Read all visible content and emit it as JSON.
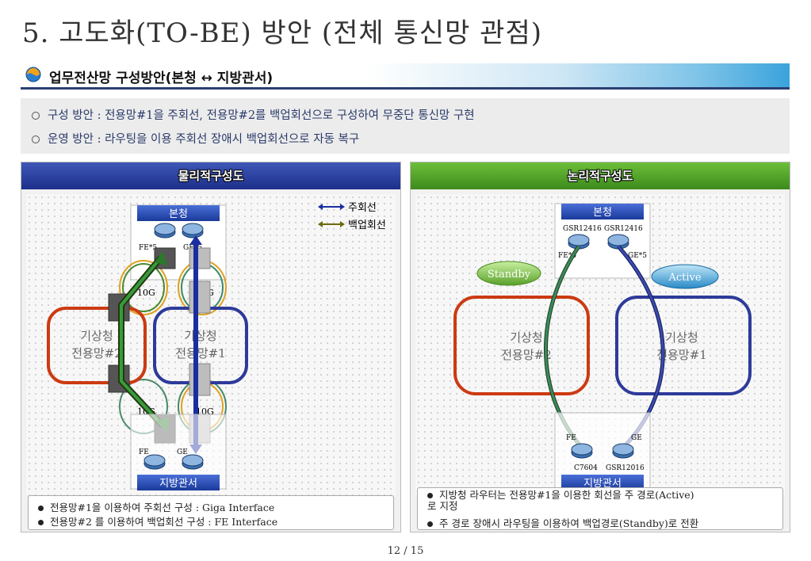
{
  "title": "5. 고도화(TO-BE) 방안 (전체 통신망 관점)",
  "section": {
    "title": "업무전산망 구성방안(본청 ↔ 지방관서)"
  },
  "info": {
    "line1": "구성 방안 : 전용망#1을 주회선, 전용망#2를 백업회선으로 구성하여 무중단 통신망 구현",
    "line2": "운영 방안 : 라우팅을 이용 주회선 장애시 백업회선으로 자동 복구"
  },
  "left_panel": {
    "header": "물리적구성도",
    "hq_label": "본청",
    "branch_label": "지방관서",
    "legend_main": "주회선",
    "legend_backup": "백업회선",
    "net2_line1": "기상청",
    "net2_line2": "전용망#2",
    "net1_line1": "기상청",
    "net1_line2": "전용망#1",
    "port_fe_top": "FE*5",
    "port_ge_top": "GE*5",
    "port_fe_bottom": "FE",
    "port_ge_bottom": "GE",
    "ring_10g_1": "10G",
    "ring_10g_2": "10G",
    "ring_10g_3": "10G",
    "ring_10g_4": "10G",
    "note1": "전용망#1을 이용하여 주회선 구성 : Giga Interface",
    "note2": "전용망#2 를 이용하여 백업회선 구성 : FE Interface",
    "colors": {
      "main": "#1a2ea0",
      "backup": "#6b6b10",
      "net2": "#cc3a12",
      "net1": "#2e3a9a"
    }
  },
  "right_panel": {
    "header": "논리적구성도",
    "hq_label": "본청",
    "branch_label": "지방관서",
    "router_a": "GSR12416",
    "router_b": "GSR12416",
    "port_fe": "FE*5",
    "port_ge": "GE*5",
    "standby": "Standby",
    "active": "Active",
    "net2_line1": "기상청",
    "net2_line2": "전용망#2",
    "net1_line1": "기상청",
    "net1_line2": "전용망#1",
    "port_fe_bottom": "FE",
    "port_ge_bottom": "GE",
    "router_c": "C7604",
    "router_d": "GSR12016",
    "note1": "지방청 라우터는 전용망#1을 이용한 회선을 주 경로(Active)로 지정",
    "note2": "주 경로 장애시 라우팅을 이용하여 백업경로(Standby)로 전환"
  },
  "page": "12 / 15"
}
